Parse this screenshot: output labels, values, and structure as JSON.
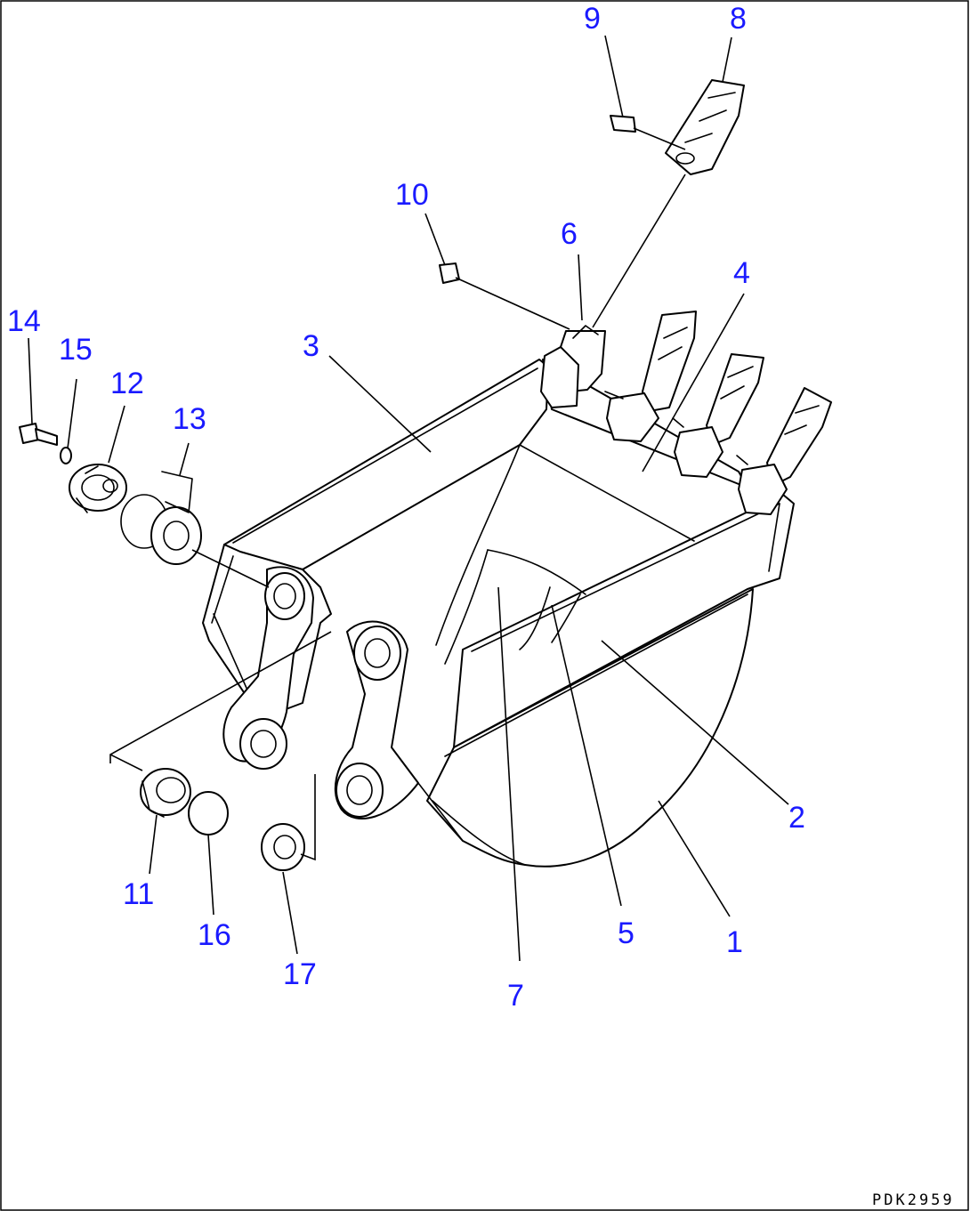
{
  "drawing_code": "PDK2959",
  "callouts": [
    {
      "id": "1",
      "label": "1"
    },
    {
      "id": "2",
      "label": "2"
    },
    {
      "id": "3",
      "label": "3"
    },
    {
      "id": "4",
      "label": "4"
    },
    {
      "id": "5",
      "label": "5"
    },
    {
      "id": "6",
      "label": "6"
    },
    {
      "id": "7",
      "label": "7"
    },
    {
      "id": "8",
      "label": "8"
    },
    {
      "id": "9",
      "label": "9"
    },
    {
      "id": "10",
      "label": "10"
    },
    {
      "id": "11",
      "label": "11"
    },
    {
      "id": "12",
      "label": "12"
    },
    {
      "id": "13",
      "label": "13"
    },
    {
      "id": "14",
      "label": "14"
    },
    {
      "id": "15",
      "label": "15"
    },
    {
      "id": "16",
      "label": "16"
    },
    {
      "id": "17",
      "label": "17"
    }
  ],
  "colors": {
    "callout": "#1a1aff",
    "line": "#000000",
    "background": "#ffffff"
  }
}
